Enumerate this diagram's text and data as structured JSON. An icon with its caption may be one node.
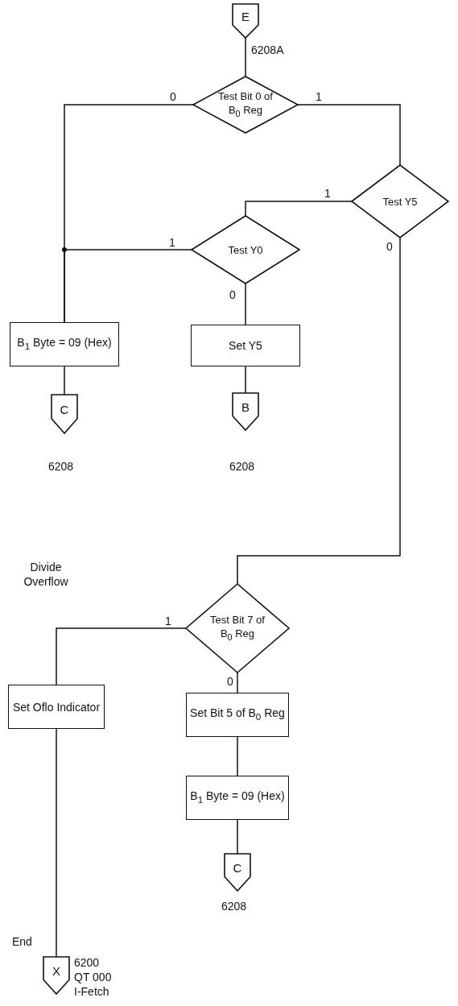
{
  "diagram": {
    "nodes": [
      {
        "text": [
          "E"
        ],
        "beside": [
          "6208A"
        ]
      },
      {
        "text": [
          "Test Bit 0 of B$_{0}$ Reg"
        ]
      },
      {
        "text": [
          "Test Y5"
        ]
      },
      {
        "text": [
          "Test Y0"
        ]
      },
      {
        "text": [
          "B$_{1}$ Byte = 09 (Hex)"
        ]
      },
      {
        "text": [
          "C"
        ],
        "beside": [
          "6208"
        ]
      },
      {
        "text": [
          "Set Y5"
        ]
      },
      {
        "text": [
          "B"
        ],
        "beside": [
          "6208"
        ]
      },
      {
        "text": [
          "Test Bit 7 of B$_{0}$ Reg"
        ]
      },
      {
        "text": [
          "Set Oflo Indicator"
        ]
      },
      {
        "text": [
          "Set Bit 5 of B$_{0}$ Reg"
        ]
      },
      {
        "text": [
          "B$_{1}$ Byte = 09 (Hex)"
        ]
      },
      {
        "text": [
          "C"
        ],
        "beside": [
          "6208"
        ]
      },
      {
        "text": [
          "X"
        ],
        "beside": [
          "End",
          "6200",
          "QT 000",
          "I-Fetch"
        ]
      }
    ],
    "edges": [
      {
        "from": 0,
        "to": 1,
        "arrow": "none"
      },
      {
        "from": 1,
        "to": 4,
        "arrow": "none",
        "label": "0"
      },
      {
        "from": 1,
        "to": 2,
        "arrow": "none",
        "label": "1"
      },
      {
        "from": 2,
        "to": 3,
        "arrow": "none",
        "label": "1"
      },
      {
        "from": 3,
        "to": 4,
        "arrow": "none",
        "label": "1"
      },
      {
        "from": 3,
        "to": 6,
        "arrow": "none",
        "label": "0"
      },
      {
        "from": 4,
        "to": 5,
        "arrow": "none"
      },
      {
        "from": 6,
        "to": 7,
        "arrow": "none"
      },
      {
        "from": 2,
        "to": 8,
        "arrow": "none",
        "label": "0"
      },
      {
        "from": 8,
        "to": 9,
        "arrow": "none",
        "label": "1"
      },
      {
        "from": 8,
        "to": 10,
        "arrow": "none",
        "label": "0"
      },
      {
        "from": 10,
        "to": 11,
        "arrow": "none"
      },
      {
        "from": 11,
        "to": 12,
        "arrow": "none"
      },
      {
        "from": 9,
        "to": 13,
        "arrow": "none"
      }
    ],
    "labels": [
      "Divide Overflow"
    ]
  }
}
